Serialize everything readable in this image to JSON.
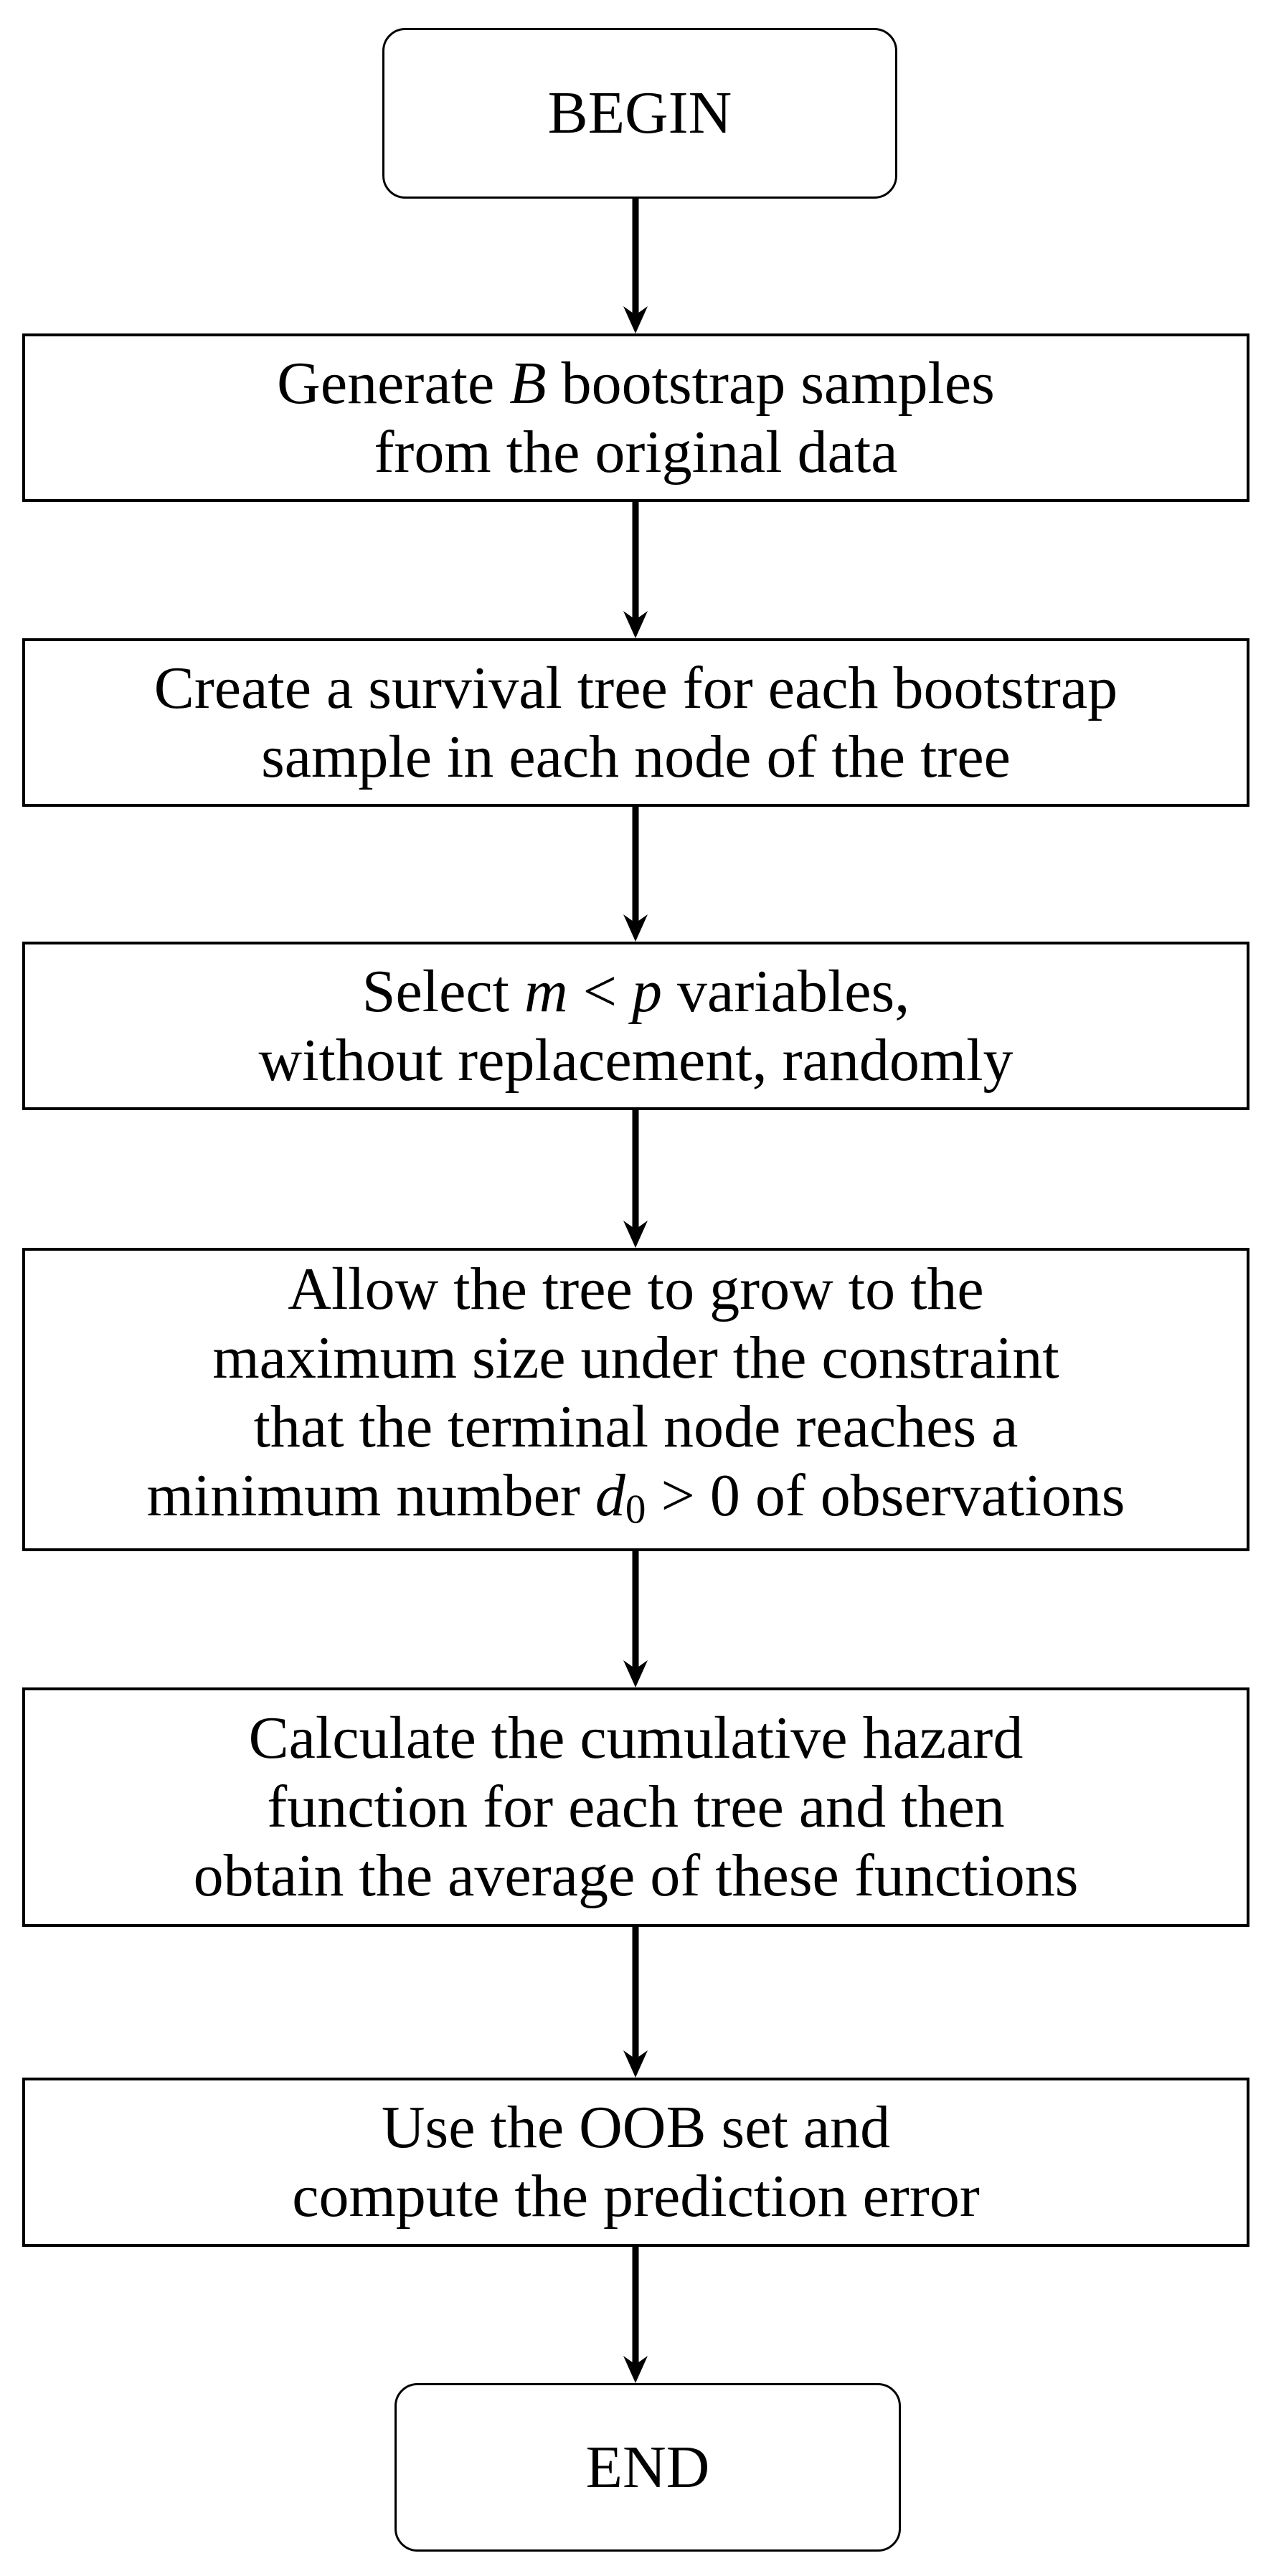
{
  "flowchart": {
    "description": "Vertical flowchart of a survival random forest algorithm",
    "colors": {
      "stroke": "#000000",
      "fill": "#ffffff",
      "text": "#000000",
      "background": "#ffffff"
    },
    "nodes": [
      {
        "id": "begin",
        "kind": "terminal",
        "lines": [
          [
            {
              "text": "BEGIN"
            }
          ]
        ]
      },
      {
        "id": "generate-bootstrap-samples",
        "kind": "process",
        "lines": [
          [
            {
              "text": "Generate "
            },
            {
              "text": "B",
              "italic": true
            },
            {
              "text": " bootstrap samples"
            }
          ],
          [
            {
              "text": "from the original data"
            }
          ]
        ]
      },
      {
        "id": "create-survival-tree",
        "kind": "process",
        "lines": [
          [
            {
              "text": "Create a survival tree for each bootstrap"
            }
          ],
          [
            {
              "text": "sample in each node of the tree"
            }
          ]
        ]
      },
      {
        "id": "select-variables",
        "kind": "process",
        "lines": [
          [
            {
              "text": "Select "
            },
            {
              "text": "m",
              "italic": true
            },
            {
              "text": " < "
            },
            {
              "text": "p",
              "italic": true
            },
            {
              "text": " variables,"
            }
          ],
          [
            {
              "text": "without replacement, randomly"
            }
          ]
        ]
      },
      {
        "id": "grow-tree-to-maximum",
        "kind": "process",
        "lines": [
          [
            {
              "text": "Allow the tree to grow to the"
            }
          ],
          [
            {
              "text": "maximum size under the constraint"
            }
          ],
          [
            {
              "text": "that the terminal node reaches a"
            }
          ],
          [
            {
              "text": "minimum number "
            },
            {
              "text": "d",
              "italic": true
            },
            {
              "text": "0",
              "sub": true
            },
            {
              "text": " > 0 of observations"
            }
          ]
        ]
      },
      {
        "id": "cumulative-hazard-function",
        "kind": "process",
        "lines": [
          [
            {
              "text": "Calculate the cumulative hazard"
            }
          ],
          [
            {
              "text": "function for each tree and then"
            }
          ],
          [
            {
              "text": "obtain the average of these functions"
            }
          ]
        ]
      },
      {
        "id": "oob-prediction-error",
        "kind": "process",
        "lines": [
          [
            {
              "text": "Use the OOB set and"
            }
          ],
          [
            {
              "text": "compute the prediction error"
            }
          ]
        ]
      },
      {
        "id": "end",
        "kind": "terminal",
        "lines": [
          [
            {
              "text": "END"
            }
          ]
        ]
      }
    ]
  }
}
